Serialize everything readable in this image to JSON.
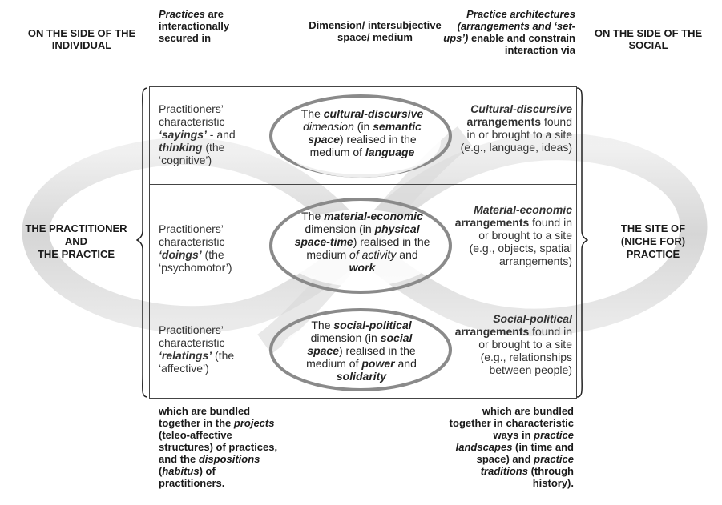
{
  "headers": {
    "individual": "ON THE SIDE OF THE INDIVIDUAL",
    "practices_em": "Practices",
    "practices_rest": " are interactionally secured in",
    "dimension": "Dimension/ intersubjective space/ medium",
    "architectures_em": "Practice architectures (arrangements and ‘set-ups’)",
    "architectures_rest": " enable and constrain interaction via",
    "social": "ON THE SIDE OF THE SOCIAL"
  },
  "left_label": {
    "line1": "THE PRACTITIONER",
    "line2": "AND",
    "line3": "THE PRACTICE"
  },
  "right_label": {
    "line1": "THE SITE OF",
    "line2": "(NICHE FOR)",
    "line3": "PRACTICE"
  },
  "rows": [
    {
      "left": {
        "a": "Practitioners’ characteristic ",
        "b": "‘sayings’",
        "c": " - and ",
        "d": "thinking",
        "e": " (the ‘cognitive’)"
      },
      "mid": {
        "a": "The ",
        "b": "cultural-discursive",
        "c": " dimension",
        "d": " (in ",
        "e": "semantic space",
        "f": ") realised in the medium of ",
        "g": "language"
      },
      "right": {
        "a": "Cultural-discursive",
        "b": "arrangements",
        "c": " found in or brought to a site (e.g., language, ideas)"
      }
    },
    {
      "left": {
        "a": "Practitioners’ characteristic ",
        "b": "‘doings’",
        "c": " (the ‘psychomotor’)"
      },
      "mid": {
        "a": "The ",
        "b": "material-economic",
        "c": " dimension (in ",
        "d": "physical space-time",
        "e": ") realised in the medium ",
        "f": "of activity",
        "g": " and ",
        "h": "work"
      },
      "right": {
        "a": "Material-economic",
        "b": "arrangements",
        "c": " found in or brought to a site (e.g., objects, spatial arrangements)"
      }
    },
    {
      "left": {
        "a": "Practitioners’ characteristic ",
        "b": "‘relatings’",
        "c": " (the ‘affective’)"
      },
      "mid": {
        "a": "The ",
        "b": "social-political",
        "c": " dimension (in ",
        "d": "social space",
        "e": ") realised in the medium of ",
        "f": "power",
        "g": " and ",
        "h": "solidarity"
      },
      "right": {
        "a": "Social-political",
        "b": "arrangements",
        "c": " found in or brought to a site (e.g., relationships between people)"
      }
    }
  ],
  "footer_left": {
    "a": "which are bundled together in the ",
    "b": "projects",
    "c": " (teleo-affective structures) of practices, and the ",
    "d": "dispositions",
    "e": " (",
    "f": "habitus",
    "g": ") of practitioners."
  },
  "footer_right": {
    "a": "which are bundled together in characteristic ways in ",
    "b": "practice landscapes",
    "c": " (in time and space) and ",
    "d": "practice traditions",
    "e": " (through history)."
  }
}
